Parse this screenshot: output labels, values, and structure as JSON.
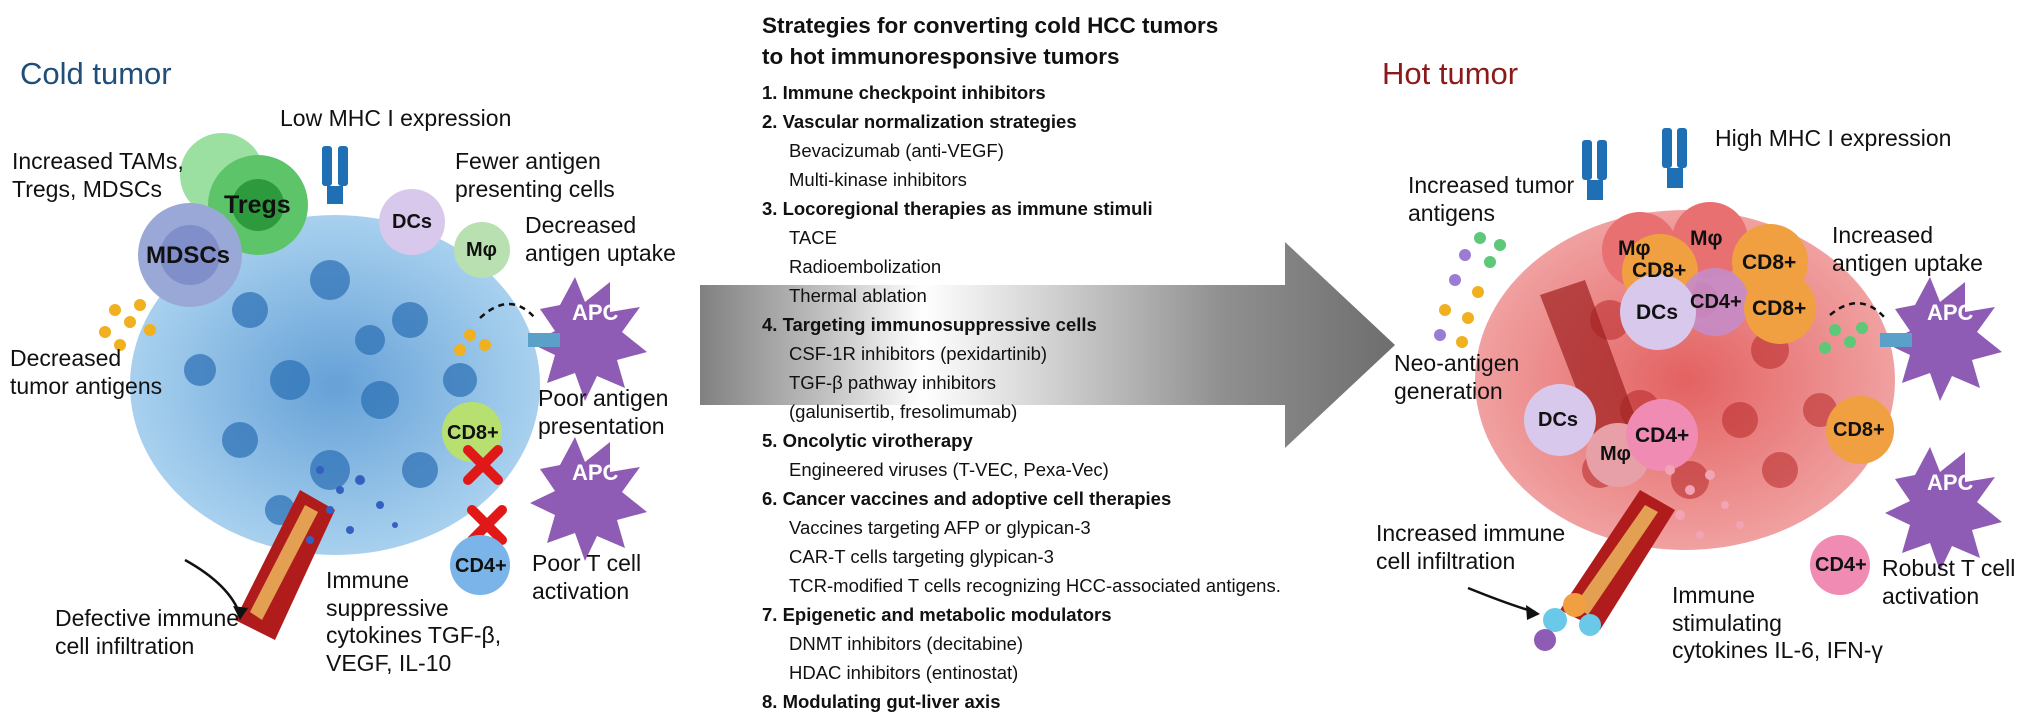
{
  "left_panel": {
    "title": "Cold tumor",
    "labels": {
      "mhc": "Low MHC I expression",
      "tams": [
        "Increased TAMs,",
        "Tregs, MDSCs"
      ],
      "fewer_apc": [
        "Fewer antigen",
        "presenting cells"
      ],
      "decreased_uptake": [
        "Decreased",
        "antigen uptake"
      ],
      "decreased_antigens": [
        "Decreased",
        "tumor antigens"
      ],
      "poor_presentation": [
        "Poor antigen",
        "presentation"
      ],
      "poor_activation": [
        "Poor T cell",
        "activation"
      ],
      "cytokines": [
        "Immune",
        "suppressive",
        "cytokines TGF-β,",
        "VEGF, IL-10"
      ],
      "defective": [
        "Defective immune",
        "cell infiltration"
      ]
    },
    "cells": {
      "tregs": "Tregs",
      "mdscs": "MDSCs",
      "dcs": "DCs",
      "macrophage": "Mφ",
      "apc_top": "APC",
      "apc_bottom": "APC",
      "cd8": "CD8+",
      "cd4": "CD4+"
    }
  },
  "middle_panel": {
    "heading": [
      "Strategies for converting cold HCC tumors",
      "to hot immunoresponsive tumors"
    ],
    "items": [
      {
        "label": "1. Immune checkpoint inhibitors",
        "subs": []
      },
      {
        "label": "2. Vascular normalization strategies",
        "subs": [
          "Bevacizumab (anti-VEGF)",
          "Multi-kinase inhibitors"
        ]
      },
      {
        "label": "3. Locoregional therapies as immune stimuli",
        "subs": [
          "TACE",
          "Radioembolization",
          "Thermal ablation"
        ]
      },
      {
        "label": "4. Targeting immunosuppressive cells",
        "subs": [
          "CSF-1R inhibitors (pexidartinib)",
          "TGF-β pathway inhibitors",
          "(galunisertib, fresolimumab)"
        ]
      },
      {
        "label": "5. Oncolytic virotherapy",
        "subs": [
          "Engineered viruses (T-VEC, Pexa-Vec)"
        ]
      },
      {
        "label": "6. Cancer vaccines and adoptive cell therapies",
        "subs": [
          "Vaccines targeting AFP or glypican-3",
          "CAR-T cells targeting glypican-3",
          "TCR-modified T cells recognizing HCC-associated antigens."
        ]
      },
      {
        "label": "7. Epigenetic and metabolic modulators",
        "subs": [
          "DNMT inhibitors (decitabine)",
          "HDAC inhibitors (entinostat)"
        ]
      },
      {
        "label": "8. Modulating gut-liver axis",
        "subs": []
      }
    ]
  },
  "right_panel": {
    "title": "Hot tumor",
    "labels": {
      "mhc": "High MHC I expression",
      "increased_antigens": [
        "Increased tumor",
        "antigens"
      ],
      "increased_uptake": [
        "Increased",
        "antigen uptake"
      ],
      "neo_antigen": [
        "Neo-antigen",
        "generation"
      ],
      "infiltration": [
        "Increased immune",
        "cell infiltration"
      ],
      "robust": [
        "Robust T cell",
        "activation"
      ],
      "cytokines": [
        "Immune",
        "stimulating",
        "cytokines IL-6, IFN-γ"
      ]
    },
    "cells": {
      "mphi_1": "Mφ",
      "mphi_2": "Mφ",
      "mphi_3": "Mφ",
      "cd8_1": "CD8+",
      "cd8_2": "CD8+",
      "cd8_3": "CD8+",
      "cd8_4": "CD8+",
      "cd4_1": "CD4+",
      "cd4_2": "CD4+",
      "cd4_3": "CD4+",
      "dcs_1": "DCs",
      "dcs_2": "DCs",
      "apc_top": "APC",
      "apc_bottom": "APC"
    }
  },
  "colors": {
    "cold_title": "#1f4e79",
    "hot_title": "#8b1a1a",
    "cold_tumor": "#8ec5ea",
    "hot_tumor": "#e8787a",
    "treg": "#5ec46a",
    "apc": "#8e5cb4",
    "cd8": "#f0a040",
    "cd4": "#f08cb4",
    "inhibit": "#e01818",
    "arrow": "#7a7a7a"
  }
}
